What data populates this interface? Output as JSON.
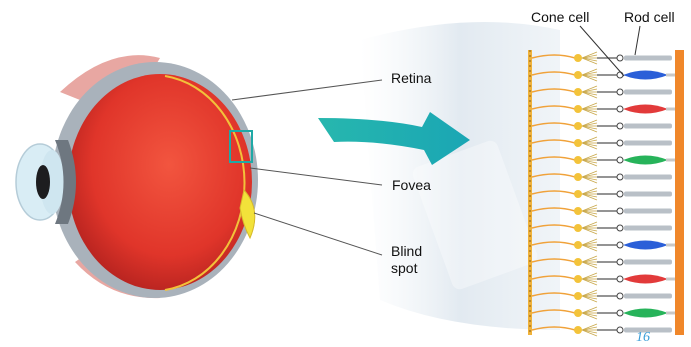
{
  "labels": {
    "retina": "Retina",
    "fovea": "Fovea",
    "blind_spot": "Blind\nspot",
    "cone_cell": "Cone cell",
    "rod_cell": "Rod cell"
  },
  "page_number": "16",
  "colors": {
    "eyeball": "#e8332a",
    "eye_outer": "#a9b2bb",
    "arrow": "#1fb5ad",
    "fovea_box": "#1fa9a6",
    "blind_spot": "#f2e23a",
    "cone_blue": "#2b5fd8",
    "cone_red": "#e23a3a",
    "cone_green": "#27b35a",
    "rod": "#b9c0c7",
    "nerve_orange": "#f0a23a"
  },
  "photoreceptors": [
    "rod",
    "cone_blue",
    "rod",
    "cone_red",
    "rod",
    "rod",
    "cone_green",
    "rod",
    "rod",
    "rod",
    "rod",
    "cone_blue",
    "rod",
    "cone_red",
    "rod",
    "cone_green",
    "rod"
  ]
}
